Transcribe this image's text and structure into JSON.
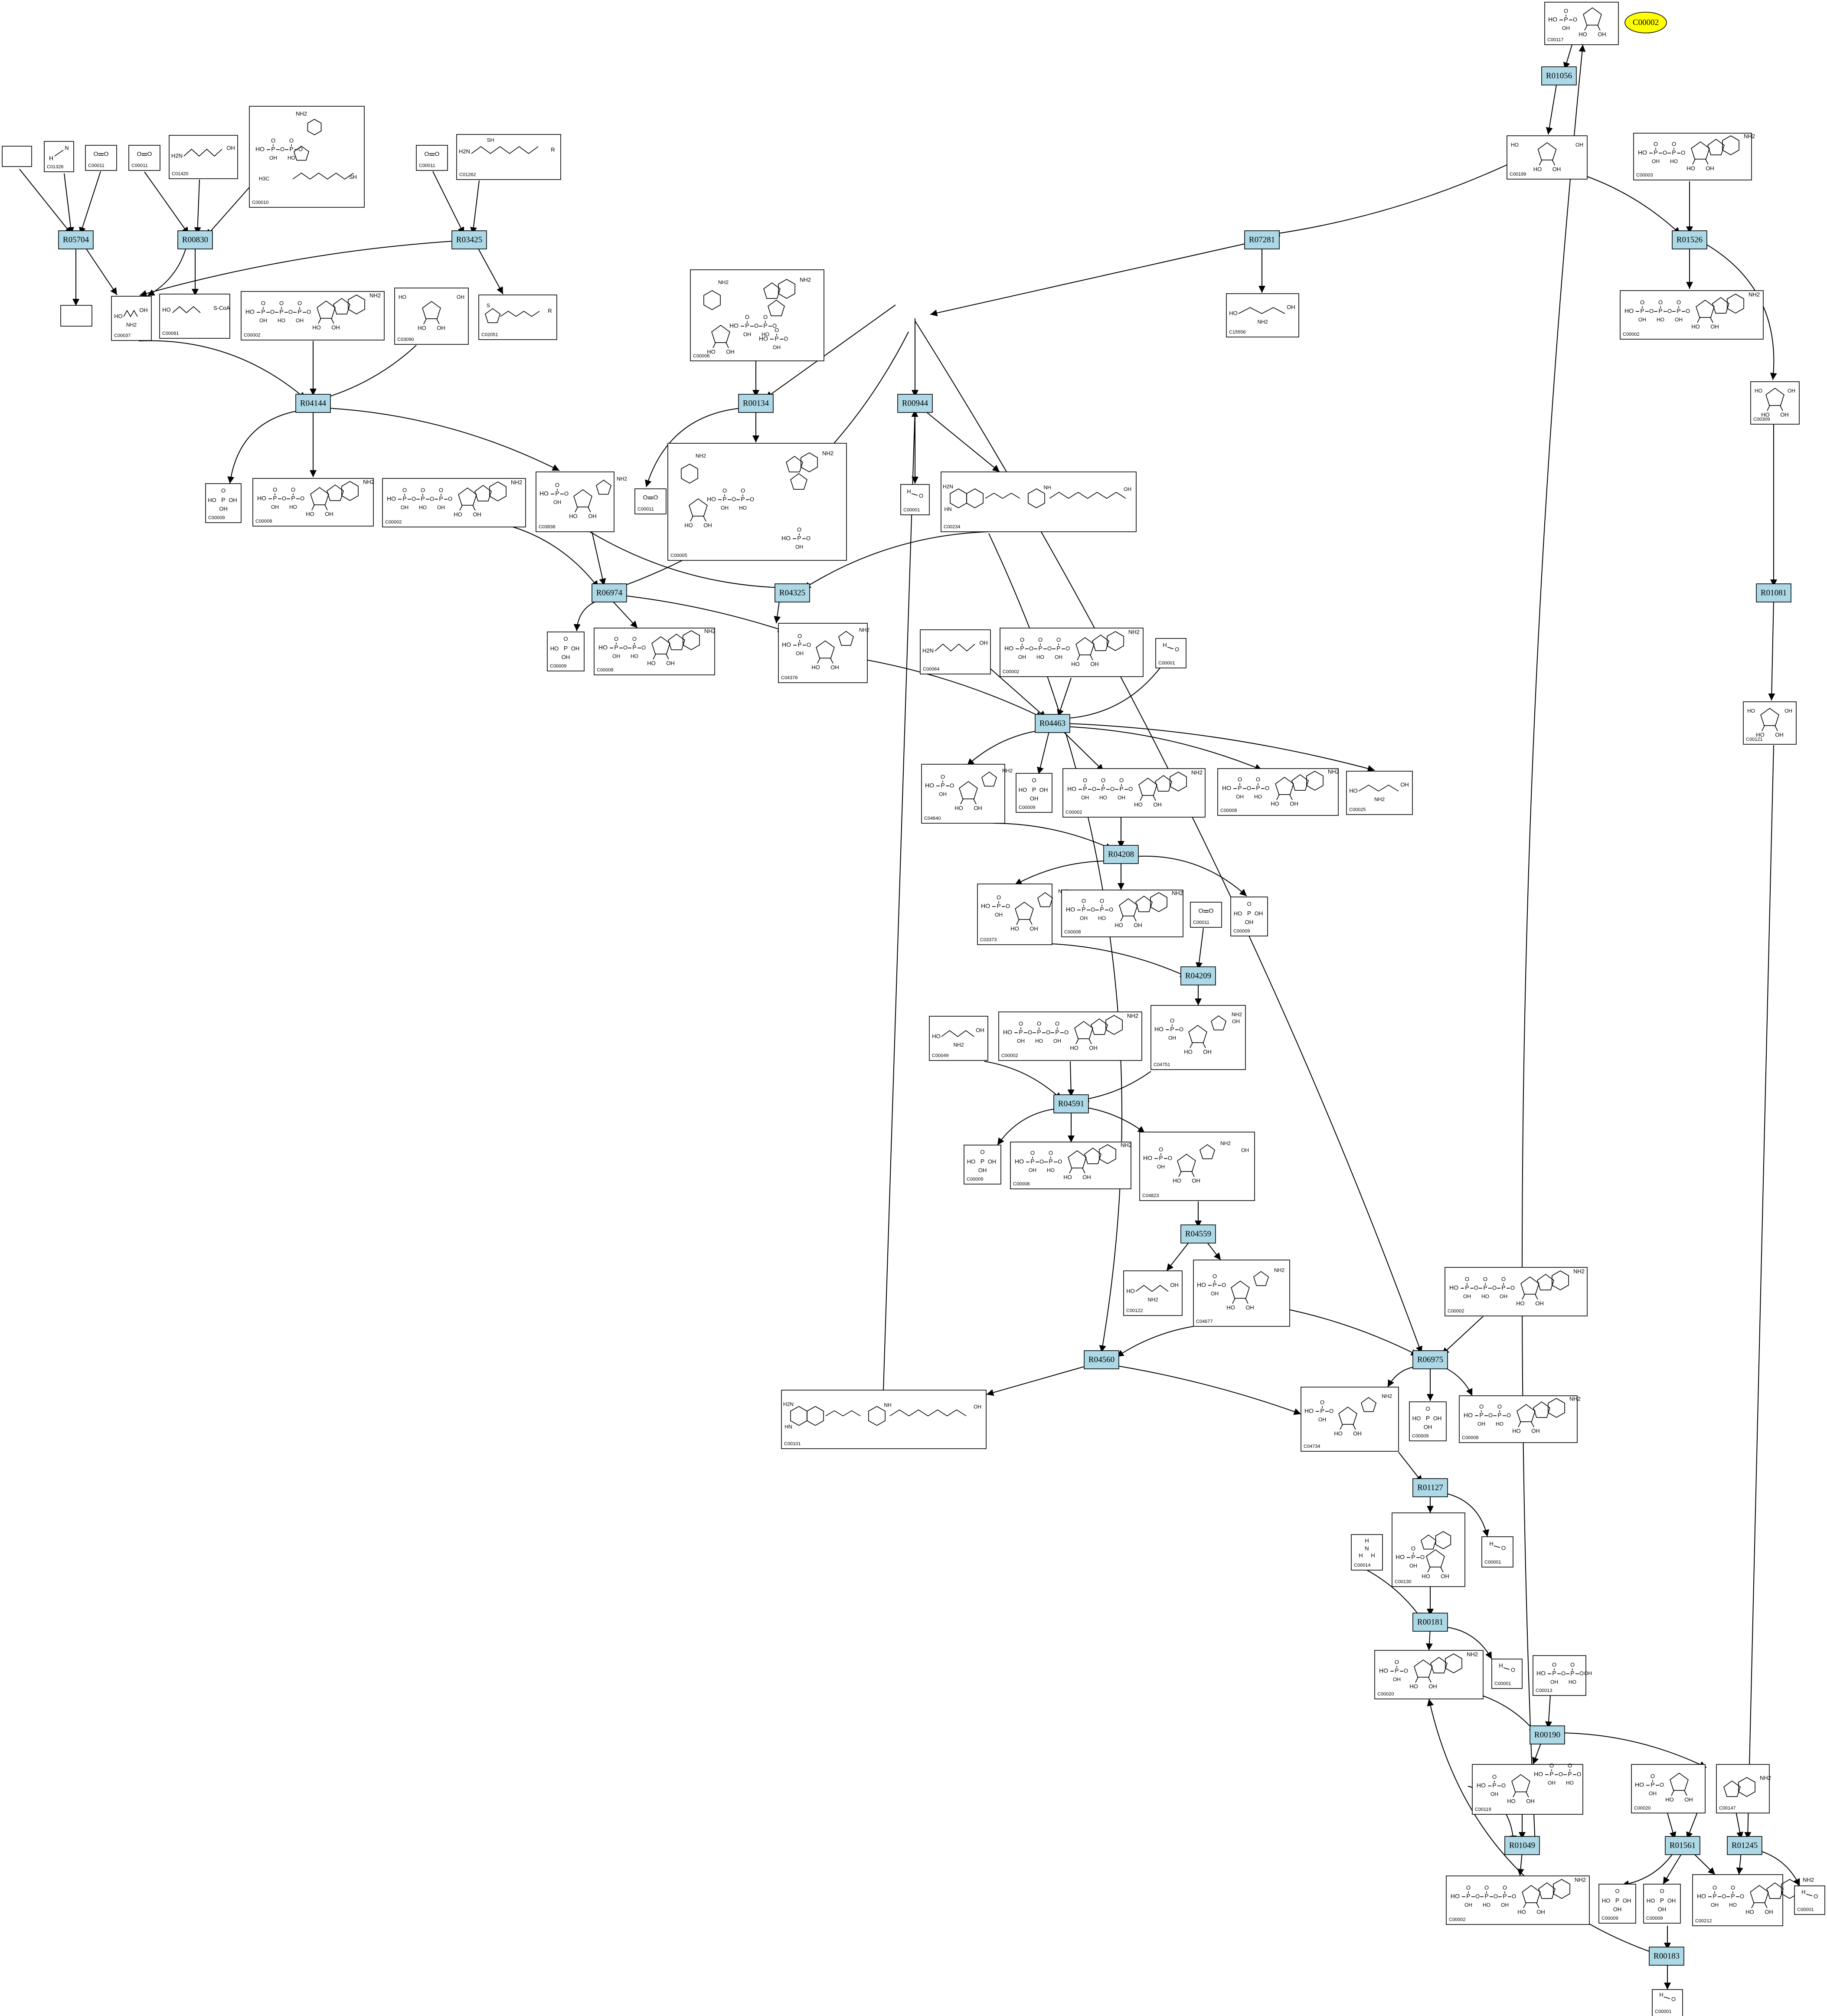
{
  "colors": {
    "reaction_fill": "#add8e6",
    "highlight_fill": "#ffff00",
    "stroke": "#000000",
    "text": "#000000"
  },
  "highlight_node": "C00002",
  "reactions": [
    "R05704",
    "R00830",
    "R03425",
    "R04144",
    "R00134",
    "R00944",
    "R07281",
    "R01056",
    "R01526",
    "R06974",
    "R04325",
    "R04463",
    "R04208",
    "R04209",
    "R04591",
    "R04559",
    "R04560",
    "R06975",
    "R01127",
    "R00181",
    "R00190",
    "R01049",
    "R01561",
    "R01245",
    "R00183",
    "R01081"
  ],
  "compounds": [
    "C01326",
    "C00011",
    "C00011",
    "C01420",
    "C00010",
    "C00011",
    "C01262",
    "C00037",
    "C00091",
    "C00002",
    "C03090",
    "C02051",
    "C00006",
    "C00009",
    "C00008",
    "C00002",
    "C03838",
    "C00011",
    "C00005",
    "C00001",
    "C00234",
    "C00117",
    "C00199",
    "C00003",
    "C15556",
    "C00002",
    "C00309",
    "C00009",
    "C00008",
    "C04376",
    "C00064",
    "C00002",
    "C00001",
    "C04640",
    "C00009",
    "C00002",
    "C00008",
    "C00025",
    "C03373",
    "C00008",
    "C00011",
    "C00009",
    "C00049",
    "C00002",
    "C04751",
    "C00009",
    "C00008",
    "C04823",
    "C00122",
    "C04677",
    "C00101",
    "C00002",
    "C04734",
    "C00009",
    "C00008",
    "C00130",
    "C00001",
    "C00014",
    "C00020",
    "C00001",
    "C00013",
    "C00119",
    "C00020",
    "C00147",
    "C00002",
    "C00009",
    "C00009",
    "C00212",
    "C00001",
    "C00001",
    "C00121"
  ],
  "fragments": {
    "amine": "NH2",
    "hydroxyl": "OH",
    "hydroxyl_left": "HO",
    "phosphorus": "P",
    "oxygen": "O",
    "nitrogen": "N",
    "hydrogen": "H",
    "coa": "S-CoA",
    "carboxyl": "HO",
    "thiol": "SH",
    "imine": "NH",
    "hn": "HN",
    "h2n": "H2N",
    "r_group": "R",
    "ring_s": "S",
    "methyl": "H3C",
    "o_minus": "O-"
  }
}
